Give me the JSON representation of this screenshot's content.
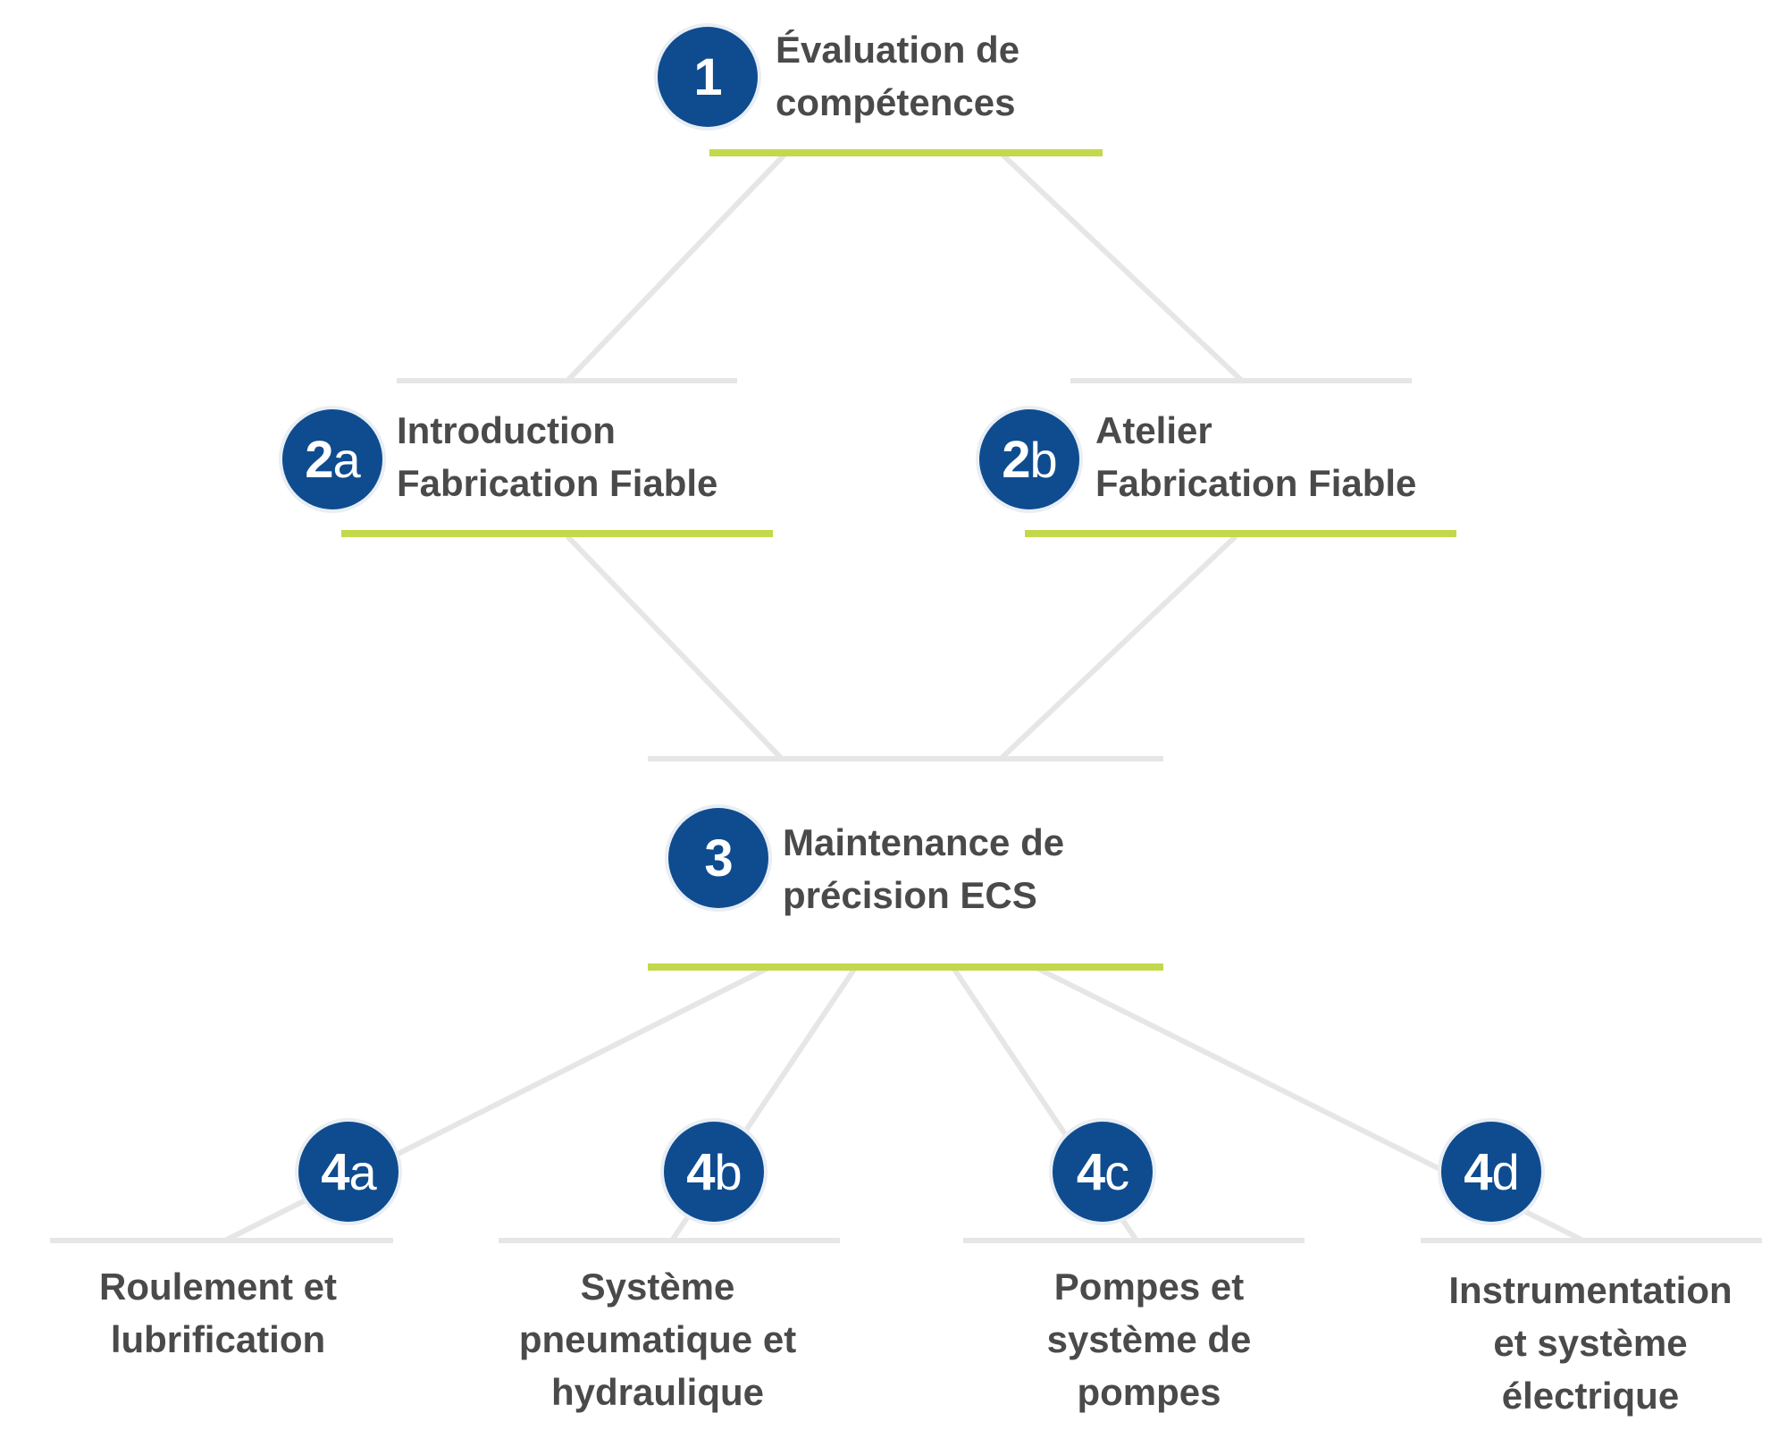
{
  "colors": {
    "badge": "#0f4c8f",
    "accent_line": "#c3d84a",
    "connector": "#e6e6e6",
    "text": "#4a4a4a"
  },
  "steps": {
    "s1": {
      "number": "1",
      "suffix": "",
      "lines": [
        "Évaluation de",
        "compétences"
      ]
    },
    "s2a": {
      "number": "2",
      "suffix": "a",
      "lines": [
        "Introduction",
        "Fabrication Fiable"
      ]
    },
    "s2b": {
      "number": "2",
      "suffix": "b",
      "lines": [
        "Atelier",
        "Fabrication Fiable"
      ]
    },
    "s3": {
      "number": "3",
      "suffix": "",
      "lines": [
        "Maintenance de",
        "précision ECS"
      ]
    },
    "s4a": {
      "number": "4",
      "suffix": "a",
      "lines": [
        "Roulement et",
        "lubrification"
      ]
    },
    "s4b": {
      "number": "4",
      "suffix": "b",
      "lines": [
        "Système",
        "pneumatique et",
        "hydraulique"
      ]
    },
    "s4c": {
      "number": "4",
      "suffix": "c",
      "lines": [
        "Pompes et",
        "système de",
        "pompes"
      ]
    },
    "s4d": {
      "number": "4",
      "suffix": "d",
      "lines": [
        "Instrumentation",
        "et système",
        "électrique"
      ]
    }
  }
}
